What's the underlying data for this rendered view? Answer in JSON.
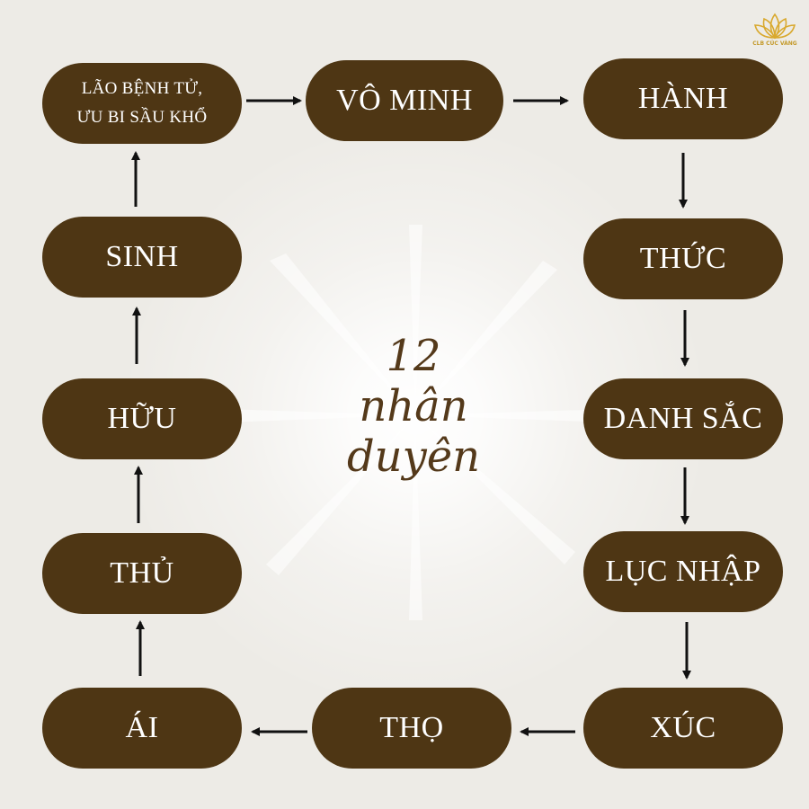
{
  "logo": {
    "text": "CLB CÚC VÀNG"
  },
  "center": {
    "line1": "12",
    "line2": "nhân",
    "line3": "duyên"
  },
  "nodes": {
    "vo_minh": "VÔ MINH",
    "hanh": "HÀNH",
    "thuc": "THỨC",
    "danh_sac": "DANH SẮC",
    "luc_nhap": "LỤC NHẬP",
    "xuc": "XÚC",
    "tho": "THỌ",
    "ai": "ÁI",
    "thu": "THỦ",
    "huu": "HỮU",
    "sinh": "SINH",
    "lao_benh_tu_line1": "LÃO BỆNH  TỬ,",
    "lao_benh_tu_line2": "ƯU BI SẦU KHỔ"
  },
  "colors": {
    "node_fill": "#4e3614",
    "background": "#edebe6",
    "title": "#54391a",
    "logo": "#c49a2a"
  }
}
